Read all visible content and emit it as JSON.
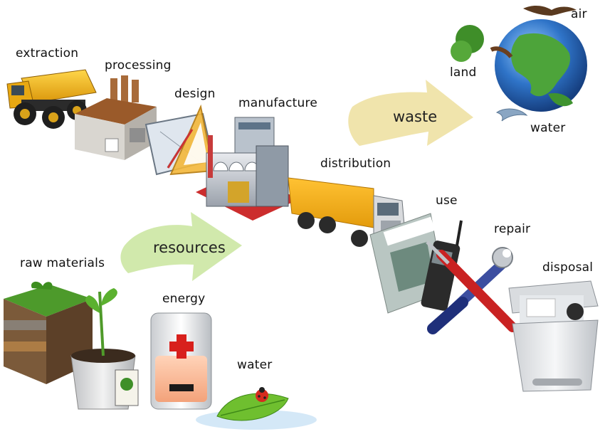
{
  "labels": {
    "extraction": "extraction",
    "processing": "processing",
    "design": "design",
    "manufacture": "manufacture",
    "distribution": "distribution",
    "use": "use",
    "repair": "repair",
    "disposal": "disposal",
    "raw_materials": "raw materials",
    "energy": "energy",
    "water_bottom": "water",
    "land": "land",
    "air": "air",
    "water_globe": "water"
  },
  "arrows": {
    "waste": "waste",
    "resources": "resources"
  },
  "colors": {
    "waste_arrow": "#efe3a8",
    "resources_arrow": "#cfe8a8",
    "truck_yellow": "#f2b21a",
    "globe_blue": "#2f74c8",
    "globe_green": "#4da43a",
    "battery_red": "#d8201c"
  },
  "icons": {
    "extraction": "dump-truck-icon",
    "processing": "factory-icon",
    "design": "drafting-tools-icon",
    "manufacture": "manufacturing-plant-icon",
    "distribution": "delivery-truck-icon",
    "use": "magazine-phone-icon",
    "repair": "wrench-screwdriver-icon",
    "disposal": "trash-bin-icon",
    "raw_materials": "soil-plant-icon",
    "energy": "battery-icon",
    "water": "leaf-ladybug-icon",
    "earth": "globe-icon"
  }
}
